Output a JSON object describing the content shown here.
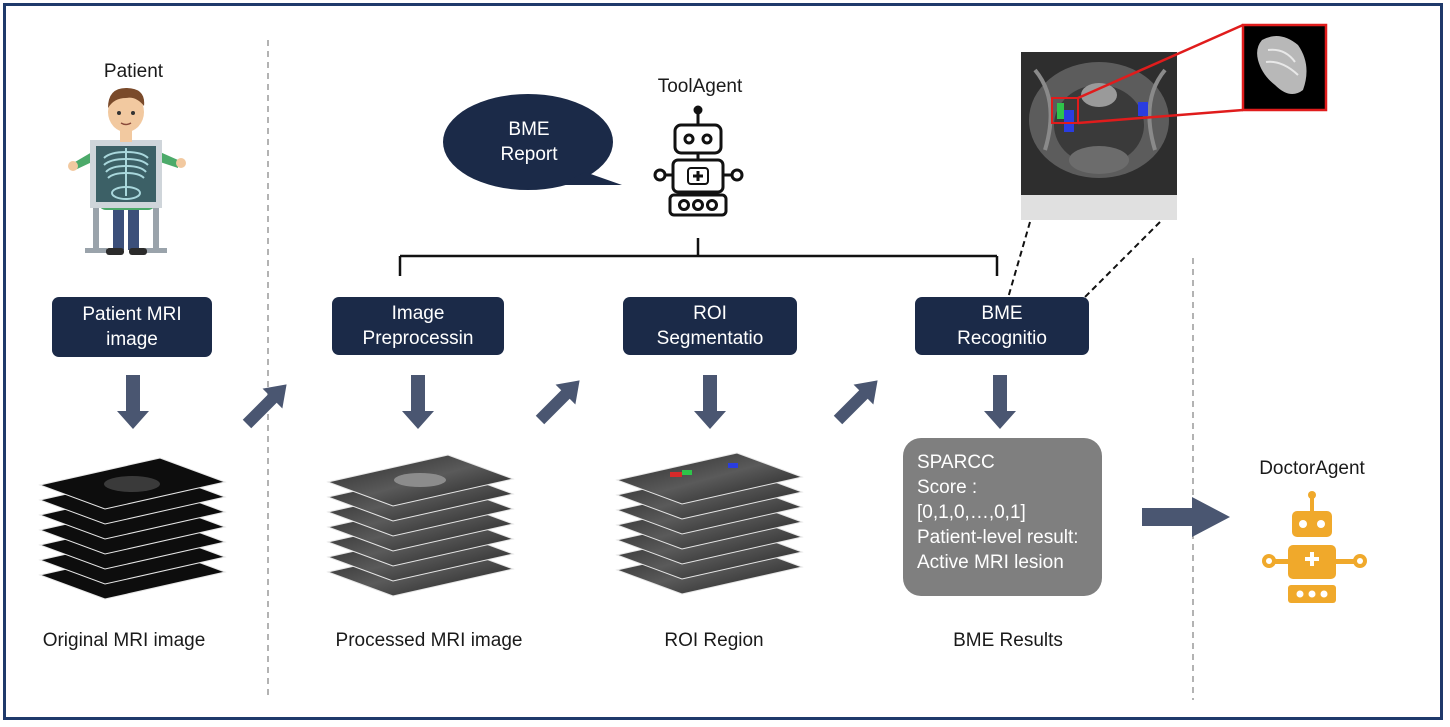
{
  "patient": {
    "title": "Patient"
  },
  "boxes": {
    "patient_mri": [
      "Patient MRI",
      "image"
    ],
    "preprocess": [
      "Image",
      "Preprocessin"
    ],
    "roi_seg": [
      "ROI",
      "Segmentatio"
    ],
    "bme_rec": [
      "BME",
      "Recognitio"
    ]
  },
  "tool_agent": {
    "title": "ToolAgent",
    "bubble": [
      "BME",
      "Report"
    ]
  },
  "doctor_agent": {
    "title": "DoctorAgent"
  },
  "stack_labels": {
    "original": "Original MRI image",
    "processed": "Processed MRI image",
    "roi": "ROI Region",
    "bme": "BME Results"
  },
  "result_box": {
    "lines": [
      "SPARCC",
      "Score :",
      "[0,1,0,…,0,1]",
      "Patient-level result:",
      "Active MRI lesion"
    ]
  },
  "colors": {
    "navy": "#1b2a48",
    "arrow": "#4a5671",
    "doctor_orange": "#f0a92b",
    "frame_border": "#1f3a6b",
    "result_gray": "#7f7f7f"
  }
}
